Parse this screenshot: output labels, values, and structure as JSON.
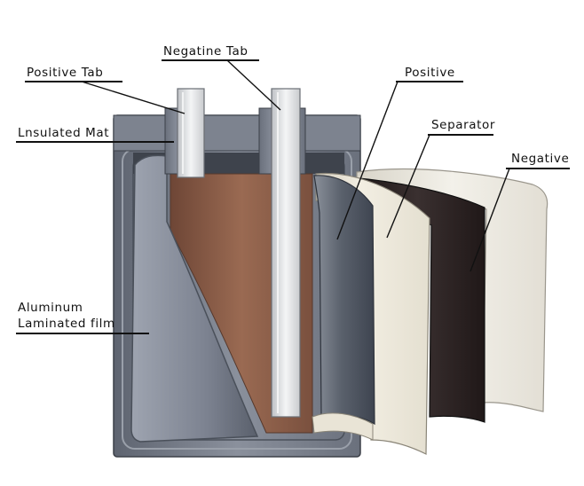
{
  "labels": {
    "positive_tab": "Positive  Tab",
    "negative_tab": "Negatine  Tab",
    "insulated_mat": "Lnsulated Mat",
    "aluminum_line1": "Aluminum",
    "aluminum_line2": "Laminated film",
    "positive": "Positive",
    "separator": "Separator",
    "negative": "Negative"
  },
  "colors": {
    "pouch_outer": "#6e7480",
    "pouch_inner": "#9aa0ac",
    "electrolyte_brown": "#8a5a44",
    "positive_layer": "#5d6470",
    "separator_layer": "#ebe6d8",
    "negative_layer": "#2a2222",
    "tab_metal": "#d8dadd"
  }
}
